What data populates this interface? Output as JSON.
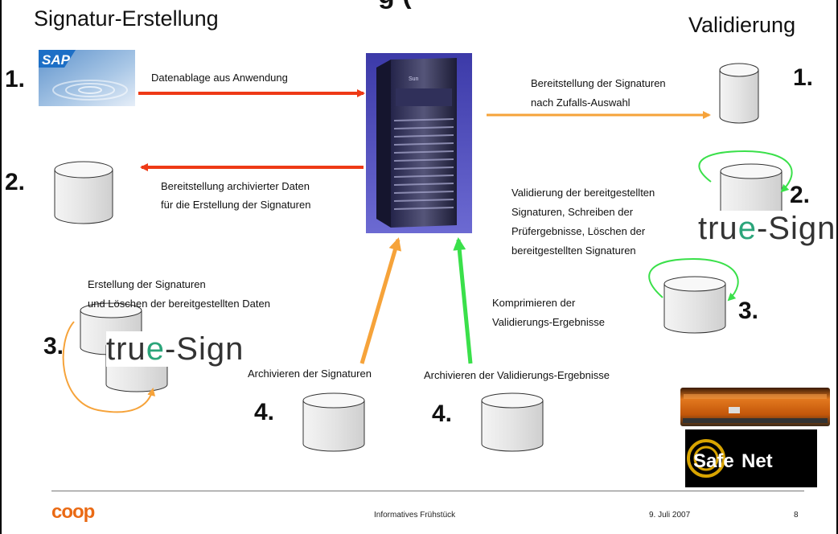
{
  "headings": {
    "title_fragment": "g (",
    "left": "Signatur-Erstellung",
    "right": "Validierung"
  },
  "steps": {
    "s1_left": "1.",
    "s1_right": "1.",
    "s2_left": "2.",
    "s2_right": "2.",
    "s3_left": "3.",
    "s3_right": "3.",
    "s4_left": "4.",
    "s4_right": "4."
  },
  "labels": {
    "datenablage": "Datenablage aus Anwendung",
    "bereit_archiv": [
      "Bereitstellung archivierter Daten",
      "für die Erstellung der Signaturen"
    ],
    "bereit_sign": [
      "Bereitstellung der Signaturen",
      "nach Zufalls-Auswahl"
    ],
    "validierung": [
      "Validierung der bereitgestellten",
      "Signaturen, Schreiben der",
      "Prüfergebnisse, Löschen der",
      "bereitgestellten Signaturen"
    ],
    "erstellung": [
      "Erstellung der Signaturen",
      "und Löschen der bereitgestellten Daten"
    ],
    "komprimieren": [
      "Komprimieren der",
      "Validierungs-Ergebnisse"
    ],
    "archiv_sign": "Archivieren der Signaturen",
    "archiv_valid": "Archivieren der Validierungs-Ergebnisse"
  },
  "logos": {
    "sap": "SAP",
    "truesign_a": "tru",
    "truesign_b": "e",
    "truesign_c": "-Sign",
    "safenet_a": "Safe",
    "safenet_b": "Net",
    "coop": "coop",
    "server_brand": "Sun"
  },
  "footer": {
    "center": "Informatives Frühstück",
    "date": "9. Juli 2007",
    "page": "8"
  },
  "colors": {
    "red_arrow": "#ee3a16",
    "orange_arrow": "#f6a33a",
    "green_arrow": "#3ae04a",
    "coop_orange": "#ea6a14",
    "truesign_green": "#2ba57a"
  }
}
